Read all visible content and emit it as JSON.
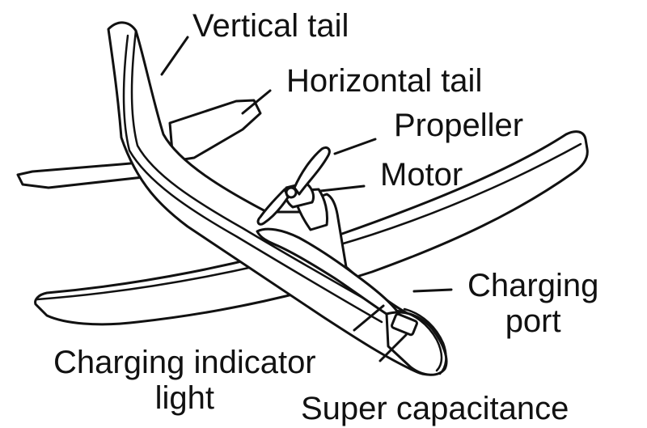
{
  "labels": {
    "vertical_tail": "Vertical tail",
    "horizontal_tail": "Horizontal tail",
    "propeller": "Propeller",
    "motor": "Motor",
    "charging_port_line1": "Charging",
    "charging_port_line2": "port",
    "charging_indicator_line1": "Charging indicator",
    "charging_indicator_line2": "light",
    "super_capacitance": "Super capacitance"
  },
  "colors": {
    "ink": "#111111",
    "fill": "#ffffff",
    "background": "#ffffff"
  }
}
